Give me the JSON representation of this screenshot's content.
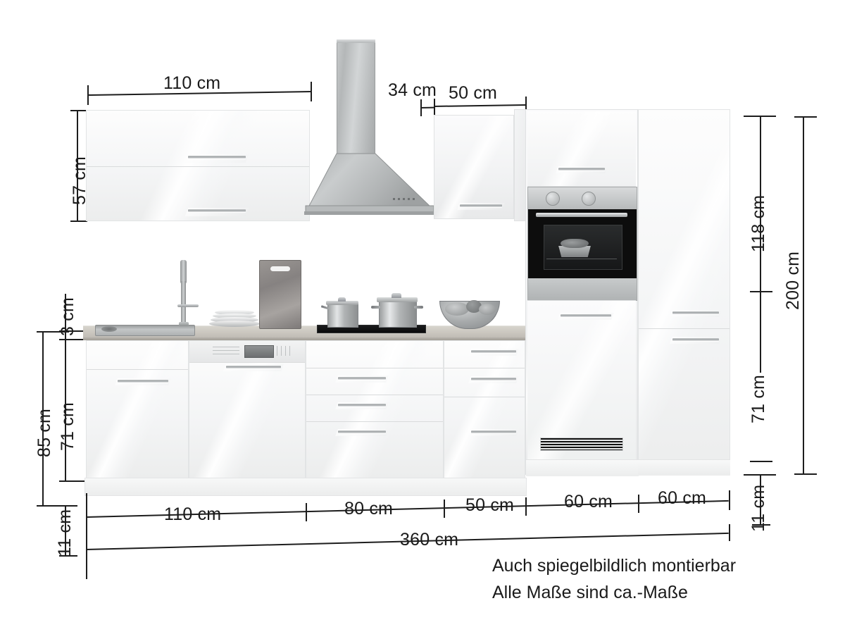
{
  "drawing": {
    "title": "Kitchen unit elevation with dimensions",
    "unit_suffix": "cm",
    "line_color": "#1d1d1d",
    "cabinet_color": "#f5f6f7",
    "steel_color": "#b9bcbd",
    "appliance_black": "#111111"
  },
  "dimensions": {
    "top": [
      {
        "name": "wall-cabinet-left-width",
        "value": "110 cm"
      },
      {
        "name": "hood-gap-width",
        "value": "34 cm"
      },
      {
        "name": "wall-cabinet-right-width",
        "value": "50 cm"
      }
    ],
    "left": [
      {
        "name": "wall-cabinet-height",
        "value": "57 cm"
      },
      {
        "name": "worktop-thickness",
        "value": "3 cm"
      },
      {
        "name": "base-cabinet-height",
        "value": "71 cm"
      },
      {
        "name": "worktop-height",
        "value": "85 cm"
      },
      {
        "name": "plinth-height",
        "value": "11 cm"
      }
    ],
    "right": [
      {
        "name": "tall-upper-height",
        "value": "118 cm"
      },
      {
        "name": "tall-total-height",
        "value": "200 cm"
      },
      {
        "name": "tall-lower-height",
        "value": "71 cm"
      },
      {
        "name": "plinth-height-right",
        "value": "11 cm"
      }
    ],
    "bottom": [
      {
        "name": "segment-sink-dishwasher",
        "value": "110 cm"
      },
      {
        "name": "segment-drawers-wide",
        "value": "80 cm"
      },
      {
        "name": "segment-drawers-narrow",
        "value": "50 cm"
      },
      {
        "name": "segment-fridge",
        "value": "60 cm"
      },
      {
        "name": "segment-tall-cabinet",
        "value": "60 cm"
      },
      {
        "name": "segment-total",
        "value": "360 cm"
      }
    ]
  },
  "notes": {
    "line1": "Auch spiegelbildlich montierbar",
    "line2": "Alle Maße sind ca.-Maße"
  },
  "objects": {
    "wall_cabinet_left": "wall-cabinet-110",
    "range_hood": "range-hood",
    "wall_cabinet_right": "wall-cabinet-50",
    "oven_unit": "built-in-oven",
    "tall_cabinet": "tall-cabinet-60",
    "sink": "sink",
    "faucet": "faucet",
    "plates": "plate-stack",
    "cutting_board": "cutting-board",
    "pot_small": "pot-small",
    "pot_large": "pot-large",
    "fruit_bowl": "fruit-bowl",
    "cooktop": "cooktop",
    "dishwasher": "dishwasher",
    "fridge": "fridge-unit",
    "vent_grille": "ventilation-grille"
  }
}
